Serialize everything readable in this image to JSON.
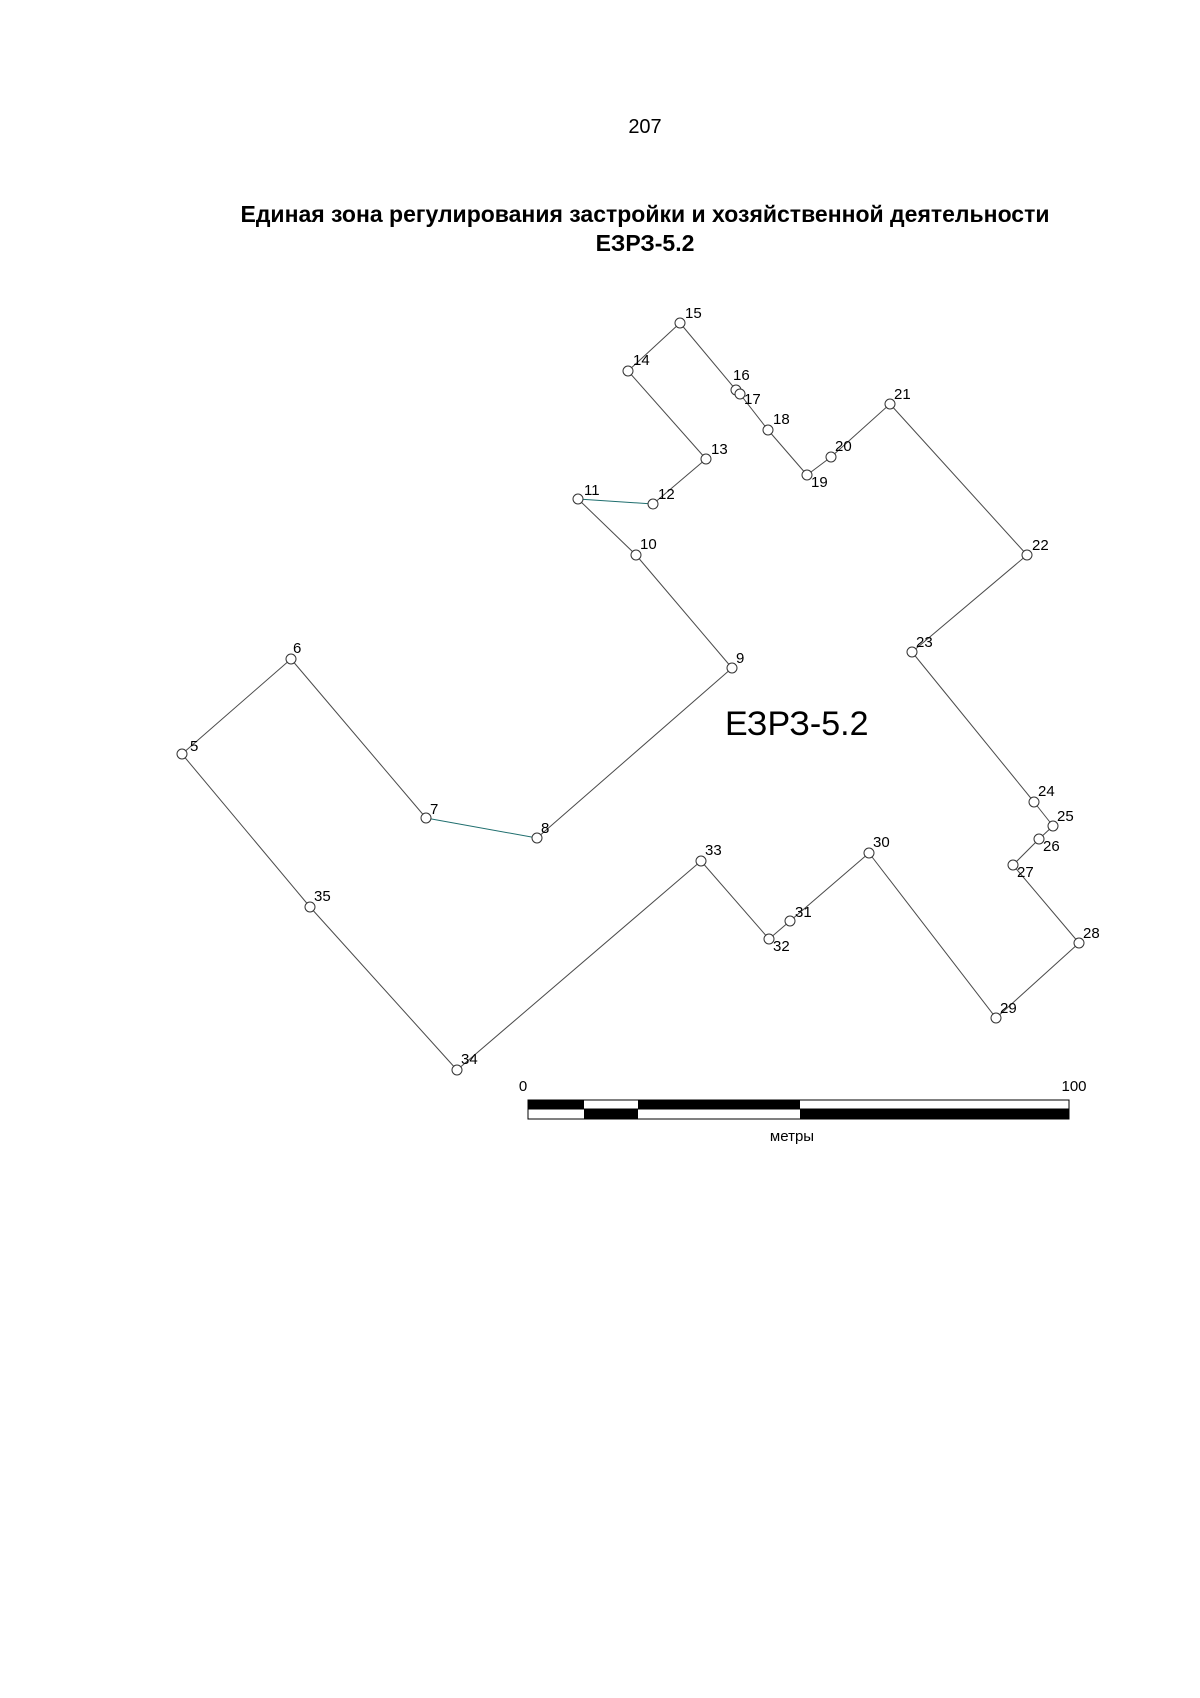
{
  "page": {
    "number": "207"
  },
  "title": {
    "line1": "Единая зона регулирования застройки и хозяйственной деятельности",
    "line2": "ЕЗРЗ-5.2"
  },
  "map": {
    "zone_label": "ЕЗРЗ-5.2",
    "line_color": "#4a4a4a",
    "accent_line_color": "#1f6e6e",
    "points": [
      "5",
      "6",
      "7",
      "8",
      "9",
      "10",
      "11",
      "12",
      "13",
      "14",
      "15",
      "16",
      "17",
      "18",
      "19",
      "20",
      "21",
      "22",
      "23",
      "24",
      "25",
      "26",
      "27",
      "28",
      "29",
      "30",
      "31",
      "32",
      "33",
      "34",
      "35"
    ],
    "scale": {
      "start_label": "0",
      "end_label": "100",
      "unit_label": "метры"
    }
  }
}
